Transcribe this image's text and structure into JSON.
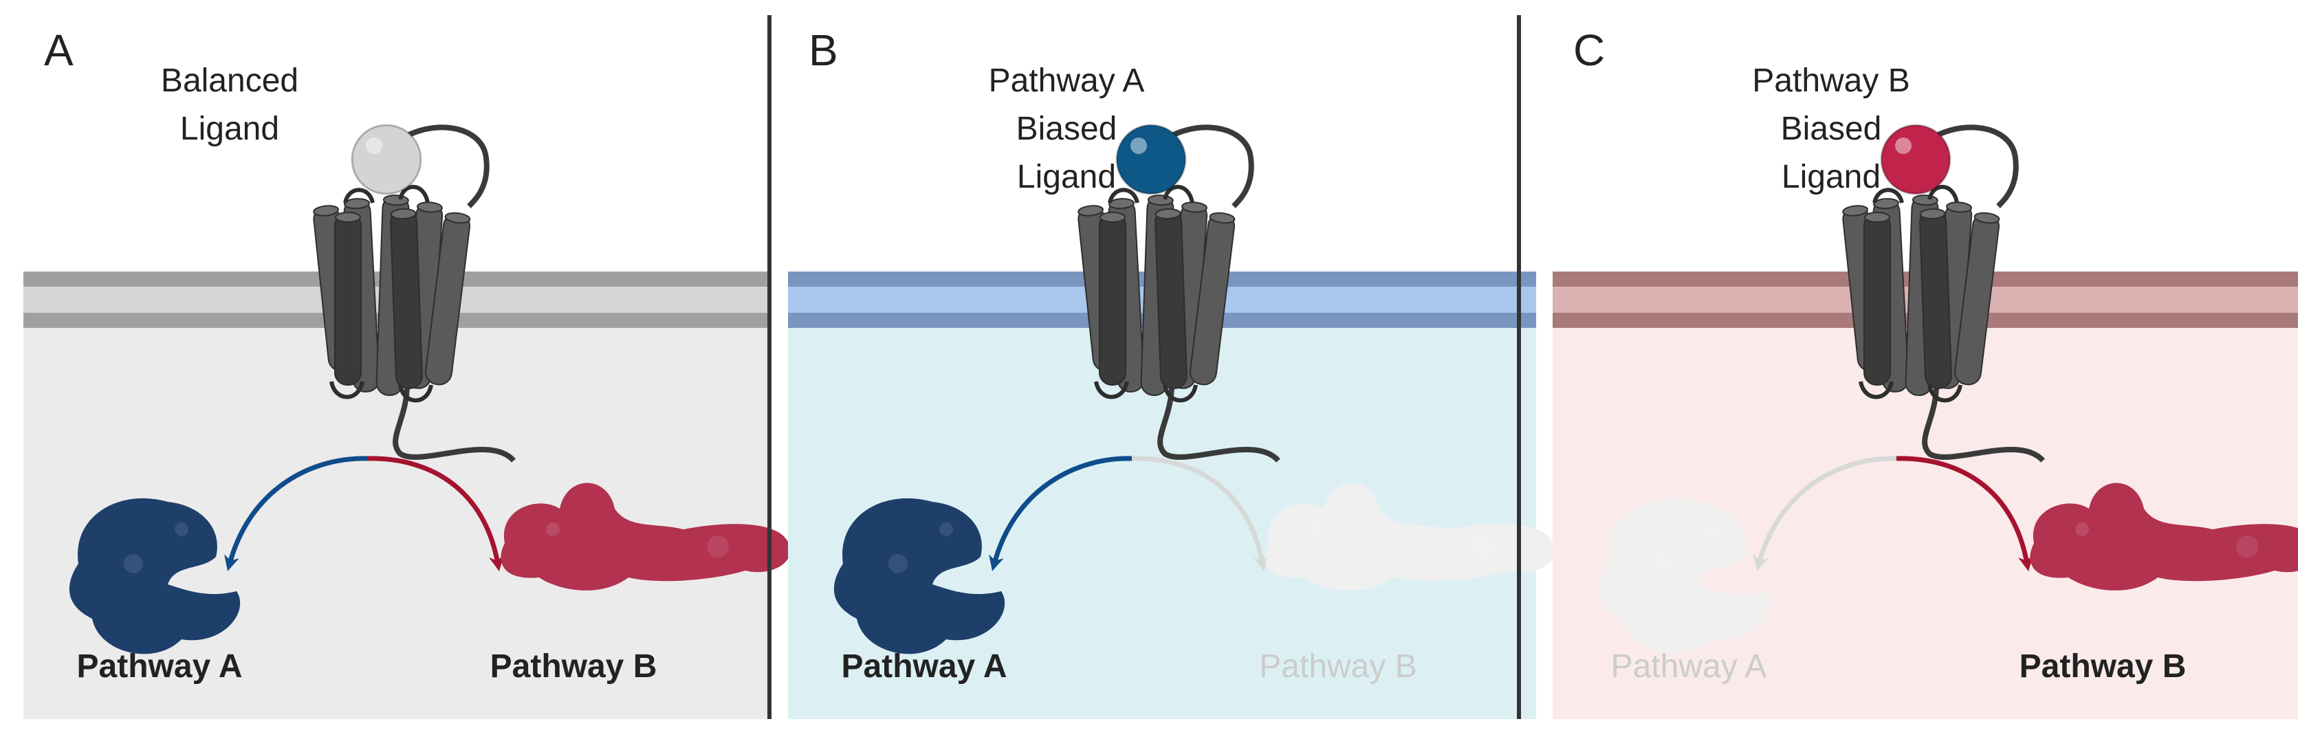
{
  "colors": {
    "background": "#ffffff",
    "divider": "#333333",
    "receptor": "#5a5a5a",
    "receptor_dark": "#3a3a3a",
    "pathway_a": "#1f3f6b",
    "pathway_b": "#b2324f",
    "arrow_a": "#0f4c8a",
    "arrow_b": "#a5132f",
    "faded": "#d8d8d8"
  },
  "panels": [
    {
      "letter": "A",
      "ligand_lines": [
        "Balanced",
        "Ligand"
      ],
      "ligand_color": "#d4d4d4",
      "cytoplasm_color": "#ebebeb",
      "membrane_outer": "#a0a0a0",
      "membrane_inner": "#d6d6d6",
      "pathway_a_label": "Pathway A",
      "pathway_b_label": "Pathway B",
      "pathway_a_active": true,
      "pathway_b_active": true
    },
    {
      "letter": "B",
      "ligand_lines": [
        "Pathway A",
        "Biased",
        "Ligand"
      ],
      "ligand_color": "#0e5888",
      "cytoplasm_color": "#dcf0f4",
      "membrane_outer": "#7a95bf",
      "membrane_inner": "#a9c7ed",
      "pathway_a_label": "Pathway A",
      "pathway_b_label": "Pathway B",
      "pathway_a_active": true,
      "pathway_b_active": false
    },
    {
      "letter": "C",
      "ligand_lines": [
        "Pathway B",
        "Biased",
        "Ligand"
      ],
      "ligand_color": "#c0244a",
      "cytoplasm_color": "#fbeaea",
      "membrane_outer": "#a97a7a",
      "membrane_inner": "#dcb1b1",
      "pathway_a_label": "Pathway A",
      "pathway_b_label": "Pathway B",
      "pathway_a_active": false,
      "pathway_b_active": true
    }
  ]
}
